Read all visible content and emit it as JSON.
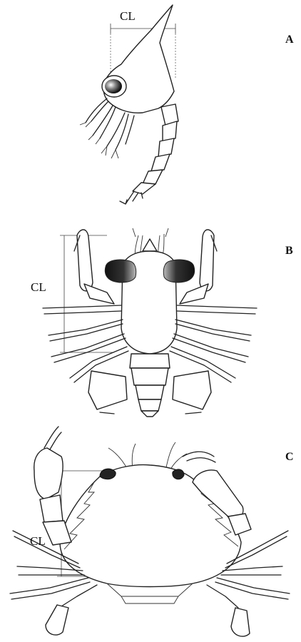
{
  "figure": {
    "panels": [
      {
        "letter": "A",
        "cl_label": "CL"
      },
      {
        "letter": "B",
        "cl_label": "CL"
      },
      {
        "letter": "C",
        "cl_label": "CL"
      }
    ]
  }
}
